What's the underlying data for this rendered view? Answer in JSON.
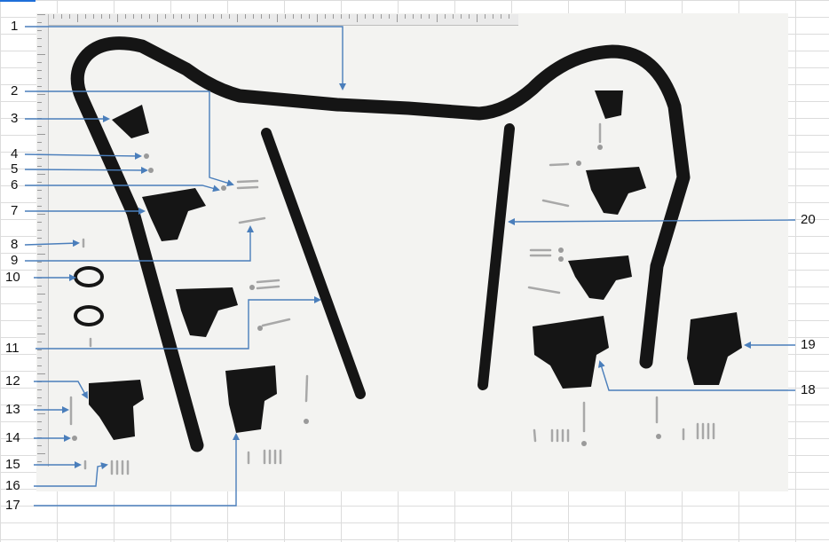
{
  "callouts": {
    "n1": "1",
    "n2": "2",
    "n3": "3",
    "n4": "4",
    "n5": "5",
    "n6": "6",
    "n7": "7",
    "n8": "8",
    "n9": "9",
    "n10": "10",
    "n11": "11",
    "n12": "12",
    "n13": "13",
    "n14": "14",
    "n15": "15",
    "n16": "16",
    "n17": "17",
    "n18": "18",
    "n19": "19",
    "n20": "20"
  },
  "colors": {
    "arrow": "#4a7ebb",
    "parts": "#151515",
    "hardware": "#a8a8a8",
    "background": "#f3f3f1",
    "grid": "#dcdcdc"
  }
}
